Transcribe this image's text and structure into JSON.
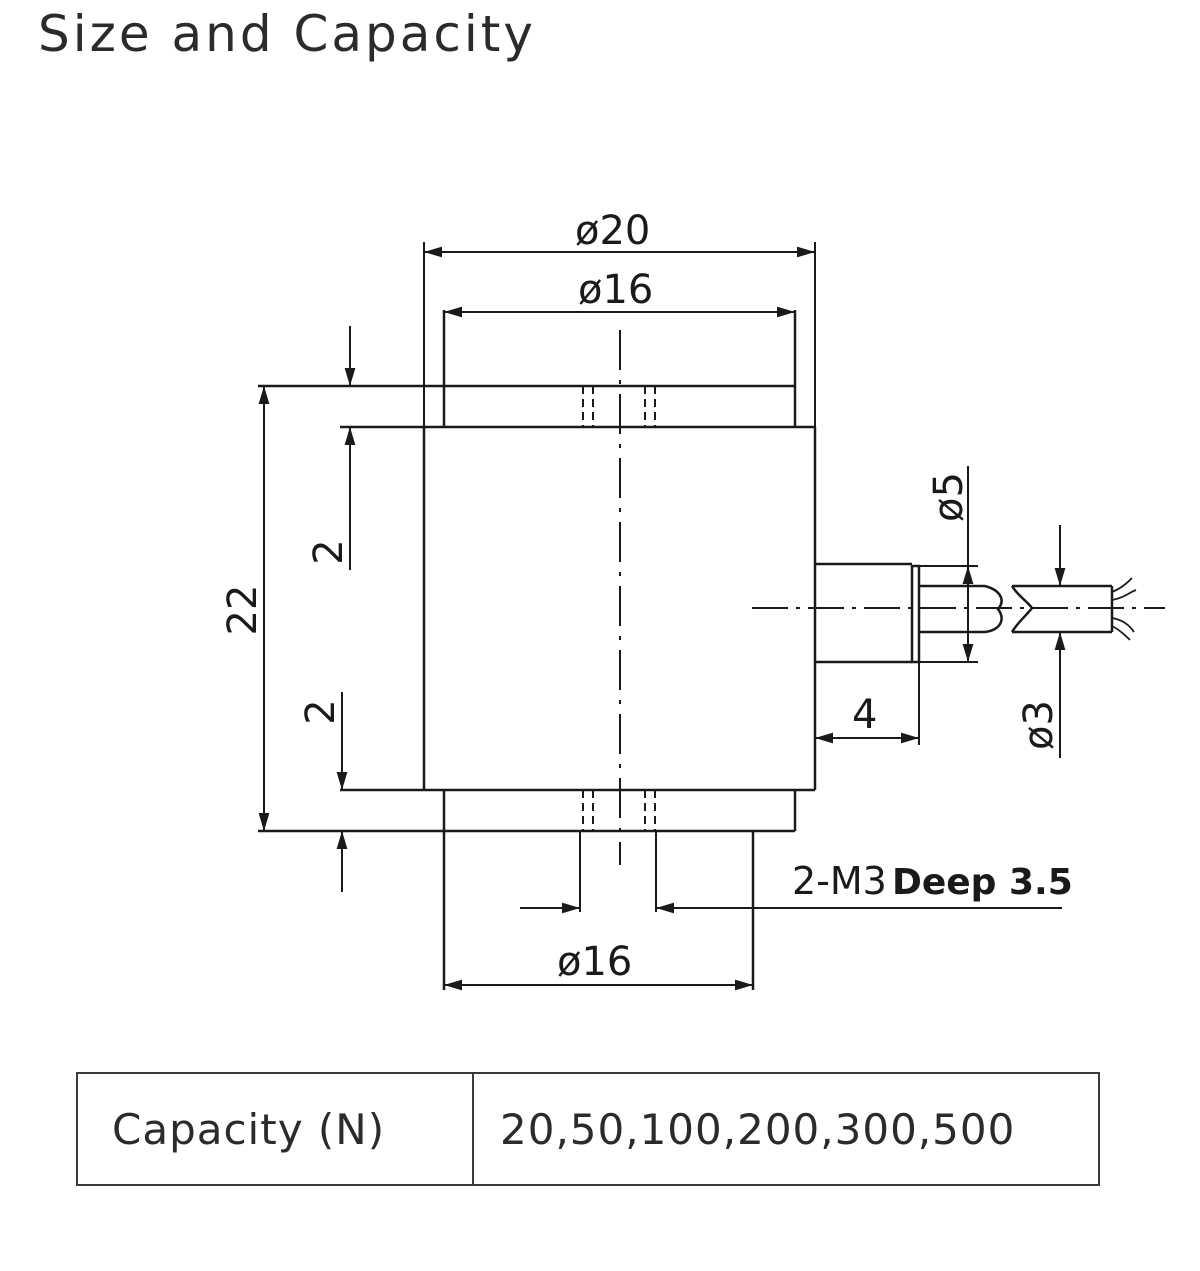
{
  "header": {
    "title": "Size and Capacity"
  },
  "diagram": {
    "dimensions": {
      "top_outer_diameter": "ø20",
      "top_inner_diameter": "ø16",
      "total_height": "22",
      "top_step_height": "2",
      "bottom_step_height": "2",
      "cable_outer_diameter": "ø5",
      "cable_inner_diameter": "ø3",
      "cable_gland_length": "4",
      "bottom_diameter": "ø16"
    },
    "thread_note": {
      "prefix": "2-M3",
      "suffix": "Deep 3.5"
    }
  },
  "spec_table": {
    "label": "Capacity (N)",
    "value": "20,50,100,200,300,500"
  }
}
